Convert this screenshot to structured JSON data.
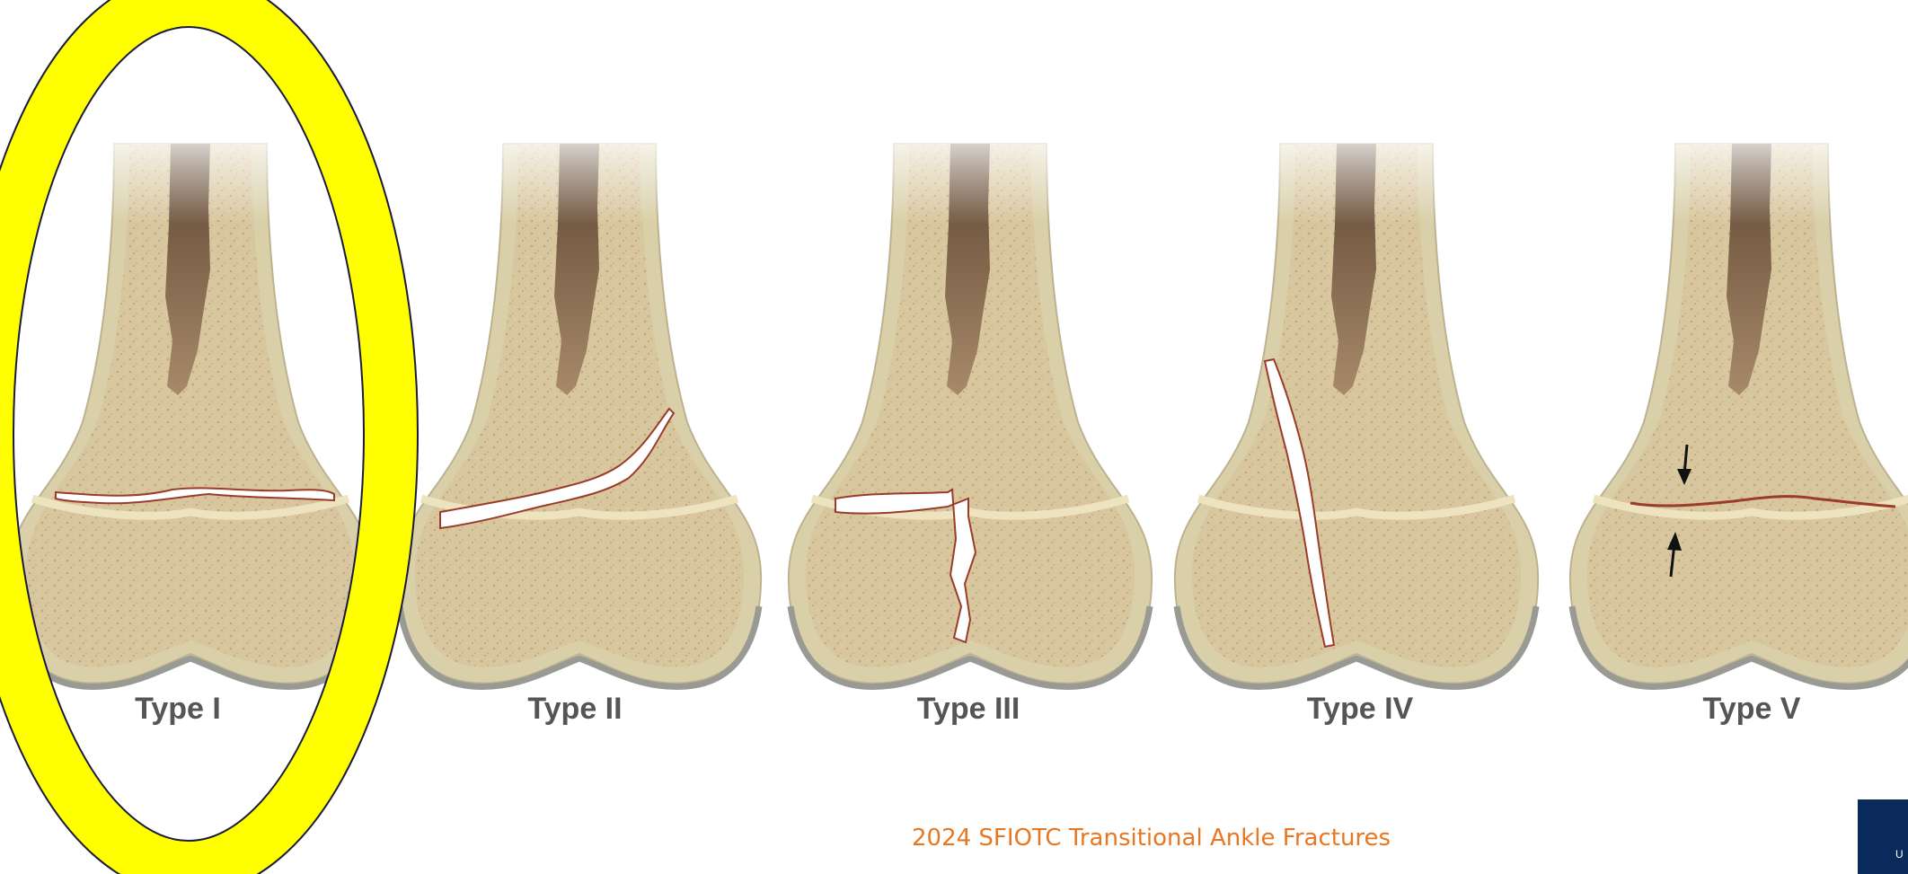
{
  "panels": [
    {
      "label": "Type I"
    },
    {
      "label": "Type II"
    },
    {
      "label": "Type III"
    },
    {
      "label": "Type IV"
    },
    {
      "label": "Type V"
    }
  ],
  "highlight": {
    "target": "Type I",
    "color": "#ffff00"
  },
  "footer": {
    "text": "2024 SFIOTC Transitional Ankle Fractures",
    "color": "#e87722"
  },
  "logo": {
    "letter": "U",
    "color": "#0a2a5c"
  },
  "colors": {
    "bone": "#d9c79f",
    "cortex": "#efe6c8",
    "marrow": "#8a6f55",
    "fracture_edge": "#9b3b2a"
  }
}
